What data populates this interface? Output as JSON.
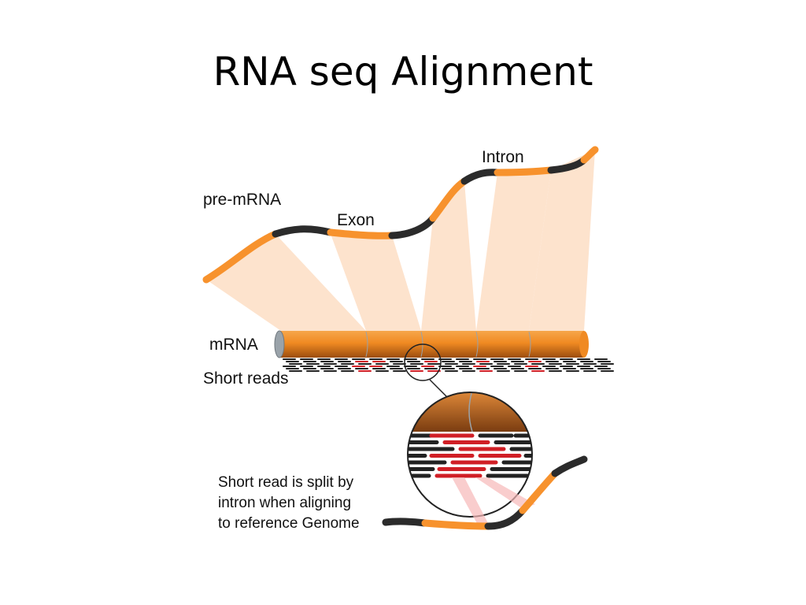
{
  "slide": {
    "title": "RNA seq Alignment"
  },
  "diagram": {
    "labels": {
      "pre_mrna": "pre-mRNA",
      "exon": "Exon",
      "intron": "Intron",
      "mrna": "mRNA",
      "short_reads": "Short reads"
    },
    "note_lines": [
      "Short read is split by",
      "intron when aligning",
      "to reference Genome"
    ],
    "colors": {
      "exon": "#f7922d",
      "intron": "#2b2b2b",
      "read_split": "#d01f26",
      "read": "#222222",
      "mapping": "#fde0c8"
    }
  }
}
